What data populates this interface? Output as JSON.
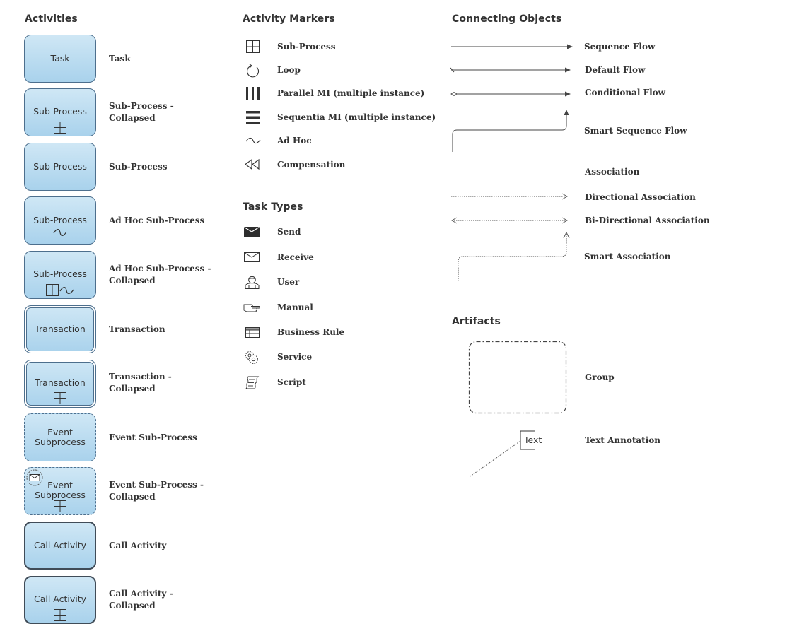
{
  "sections": {
    "activities": "Activities",
    "markers": "Activity Markers",
    "task_types": "Task Types",
    "connecting": "Connecting Objects",
    "artifacts": "Artifacts"
  },
  "activities": [
    {
      "shape_text": "Task",
      "label": "Task"
    },
    {
      "shape_text": "Sub-Process",
      "label": "Sub-Process -\nCollapsed"
    },
    {
      "shape_text": "Sub-Process",
      "label": "Sub-Process"
    },
    {
      "shape_text": "Sub-Process",
      "label": "Ad Hoc Sub-Process"
    },
    {
      "shape_text": "Sub-Process",
      "label": "Ad Hoc Sub-Process -\nCollapsed"
    },
    {
      "shape_text": "Transaction",
      "label": "Transaction"
    },
    {
      "shape_text": "Transaction",
      "label": "Transaction -\nCollapsed"
    },
    {
      "shape_text": "Event\nSubprocess",
      "label": "Event Sub-Process"
    },
    {
      "shape_text": "Event\nSubprocess",
      "label": "Event Sub-Process -\nCollapsed"
    },
    {
      "shape_text": "Call Activity",
      "label": "Call Activity"
    },
    {
      "shape_text": "Call Activity",
      "label": "Call Activity -\nCollapsed"
    }
  ],
  "markers": [
    {
      "label": "Sub-Process",
      "icon": "plus-box-icon"
    },
    {
      "label": "Loop",
      "icon": "loop-icon"
    },
    {
      "label": "Parallel MI (multiple instance)",
      "icon": "parallel-mi-icon"
    },
    {
      "label": "Sequentia MI (multiple instance)",
      "icon": "sequential-mi-icon"
    },
    {
      "label": "Ad Hoc",
      "icon": "tilde-icon"
    },
    {
      "label": "Compensation",
      "icon": "compensation-icon"
    }
  ],
  "task_types": [
    {
      "label": "Send",
      "icon": "send-envelope-icon"
    },
    {
      "label": "Receive",
      "icon": "receive-envelope-icon"
    },
    {
      "label": "User",
      "icon": "user-icon"
    },
    {
      "label": "Manual",
      "icon": "hand-icon"
    },
    {
      "label": "Business Rule",
      "icon": "table-icon"
    },
    {
      "label": "Service",
      "icon": "gear-icon"
    },
    {
      "label": "Script",
      "icon": "script-icon"
    }
  ],
  "connecting": [
    {
      "label": "Sequence Flow"
    },
    {
      "label": "Default Flow"
    },
    {
      "label": "Conditional Flow"
    },
    {
      "label": "Smart Sequence Flow"
    },
    {
      "label": "Association"
    },
    {
      "label": "Directional Association"
    },
    {
      "label": "Bi-Directional Association"
    },
    {
      "label": "Smart Association"
    }
  ],
  "artifacts": [
    {
      "label": "Group"
    },
    {
      "label": "Text Annotation"
    }
  ],
  "annotation_text": "Text",
  "colors": {
    "shape_fill_top": "#cfe7f5",
    "shape_fill_bottom": "#a9d2ec",
    "shape_border": "#4d6f8d",
    "line": "#444444"
  }
}
